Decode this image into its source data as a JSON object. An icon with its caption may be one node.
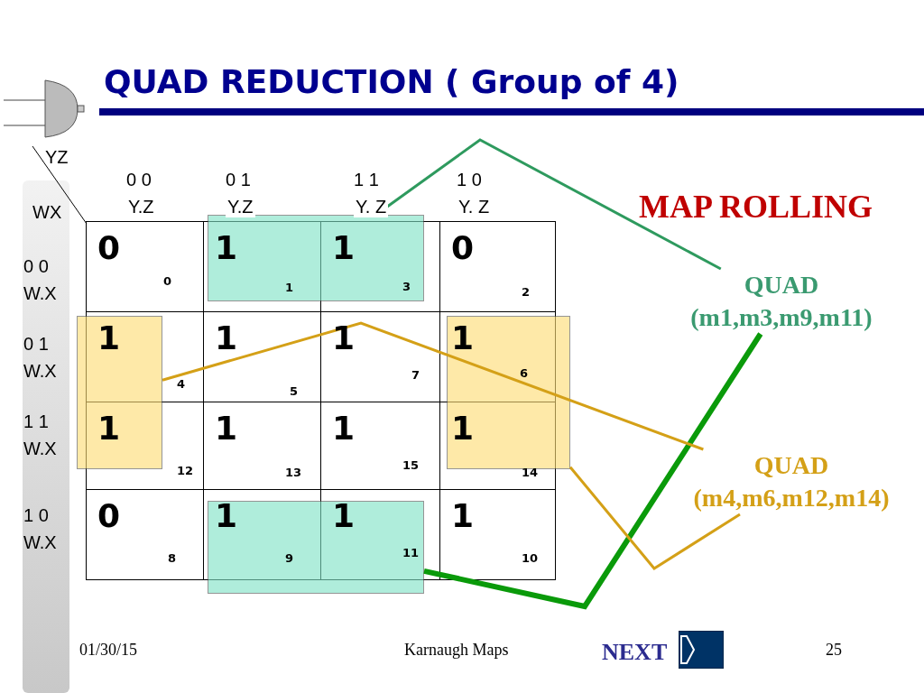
{
  "diagram": {
    "title": "QUAD REDUCTION ( Group of 4)",
    "nodes": [
      {
        "text": [],
        "shape": "box"
      },
      {
        "text": [],
        "shape": "box"
      },
      {
        "text": [],
        "shape": "box"
      },
      {
        "text": [],
        "shape": "box"
      },
      {
        "text": [
          "QUAD (m1,m3,m9,m11)"
        ]
      },
      {
        "text": [
          "QUAD (m4,m6,m12,m14)"
        ]
      }
    ],
    "edges": [
      {
        "from": 4,
        "to": 0,
        "arrow": "none",
        "color": "#2e9a5e"
      },
      {
        "from": 4,
        "to": 1,
        "arrow": "none",
        "style": "thick",
        "color": "#0a9a0a"
      },
      {
        "from": 5,
        "to": 2,
        "arrow": "none",
        "color": "#d4a017"
      },
      {
        "from": 5,
        "to": 3,
        "arrow": "none",
        "color": "#d4a017"
      }
    ],
    "labels": [
      "YZ",
      "WX",
      "0 0",
      "Y.Z",
      "0 1",
      "Y.Z",
      "1 1",
      "Y. Z",
      "1 0",
      "Y. Z",
      "0 0",
      "W.X",
      "0 1",
      "W.X",
      "1 1",
      "W.X",
      "1 0",
      "W.X",
      "0",
      "0",
      "1",
      "1",
      "1",
      "3",
      "0",
      "2",
      "1",
      "4",
      "1",
      "5",
      "1",
      "7",
      "1",
      "6",
      "1",
      "12",
      "1",
      "13",
      "1",
      "15",
      "1",
      "14",
      "0",
      "8",
      "1",
      "9",
      "1",
      "11",
      "1",
      "10",
      "MAP ROLLING",
      "01/30/15",
      "Karnaugh Maps",
      "NEXT",
      "25"
    ]
  }
}
